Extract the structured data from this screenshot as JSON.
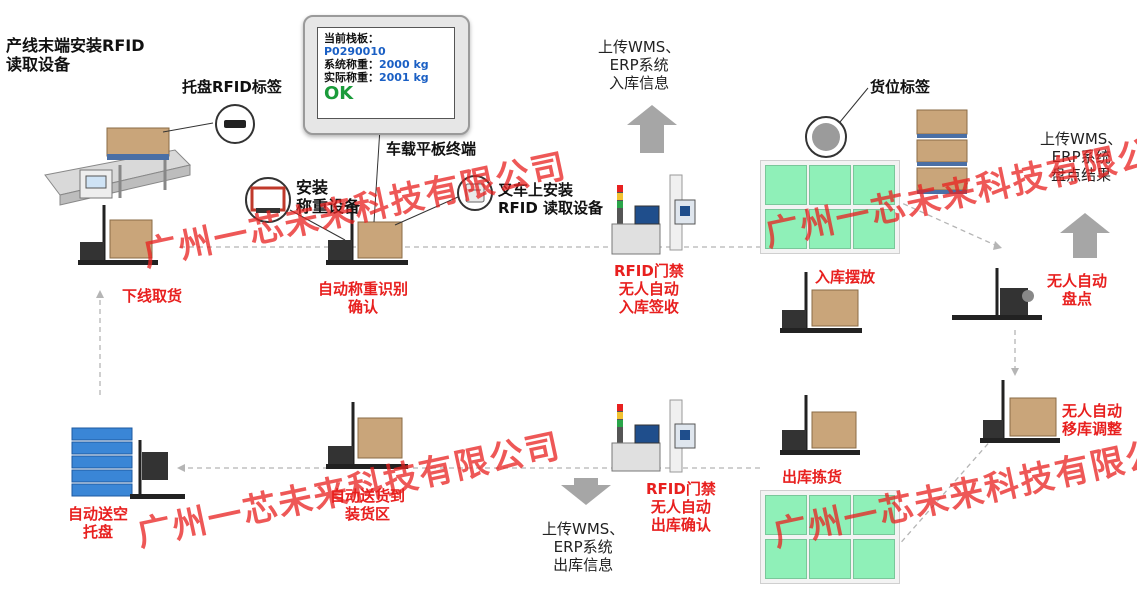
{
  "labels": {
    "line_end_device": "产线末端安装RFID\n读取设备",
    "pallet_tag": "托盘RFID标签",
    "tablet_terminal": "车载平板终端",
    "weighing_device": "安装\n称重设备",
    "forklift_reader": "叉车上安装\nRFID 读取设备",
    "location_tag": "货位标签"
  },
  "tablet": {
    "line1": "当前栈板：",
    "line2": "P0290010",
    "line3_label": "系统称重：",
    "line3_value": "2000 kg",
    "line4_label": "实际称重：",
    "line4_value": "2001 kg",
    "status": "OK"
  },
  "steps": {
    "pickup": "下线取货",
    "weigh_confirm": "自动称重识别\n确认",
    "gate_in": "RFID门禁\n无人自动\n入库签收",
    "putaway": "入库摆放",
    "auto_inventory": "无人自动\n盘点",
    "auto_move": "无人自动\n移库调整",
    "picking": "出库拣货",
    "gate_out": "RFID门禁\n无人自动\n出库确认",
    "deliver": "自动送货到\n装货区",
    "return_pallet": "自动送空\n托盘"
  },
  "uploads": {
    "inbound": "上传WMS、\nERP系统\n入库信息",
    "inventory": "上传WMS、\nERP系统\n盘点结果",
    "outbound": "上传WMS、\nERP系统\n出库信息"
  },
  "watermark": {
    "text": "广州一芯未来科技有限公司"
  },
  "colors": {
    "accent_red": "#e8201f",
    "rack_green": "#8ff0b8",
    "arrow_gray": "#a6a6a6",
    "pallet_blue": "#3a86d6",
    "box_tan": "#c9a57a"
  }
}
